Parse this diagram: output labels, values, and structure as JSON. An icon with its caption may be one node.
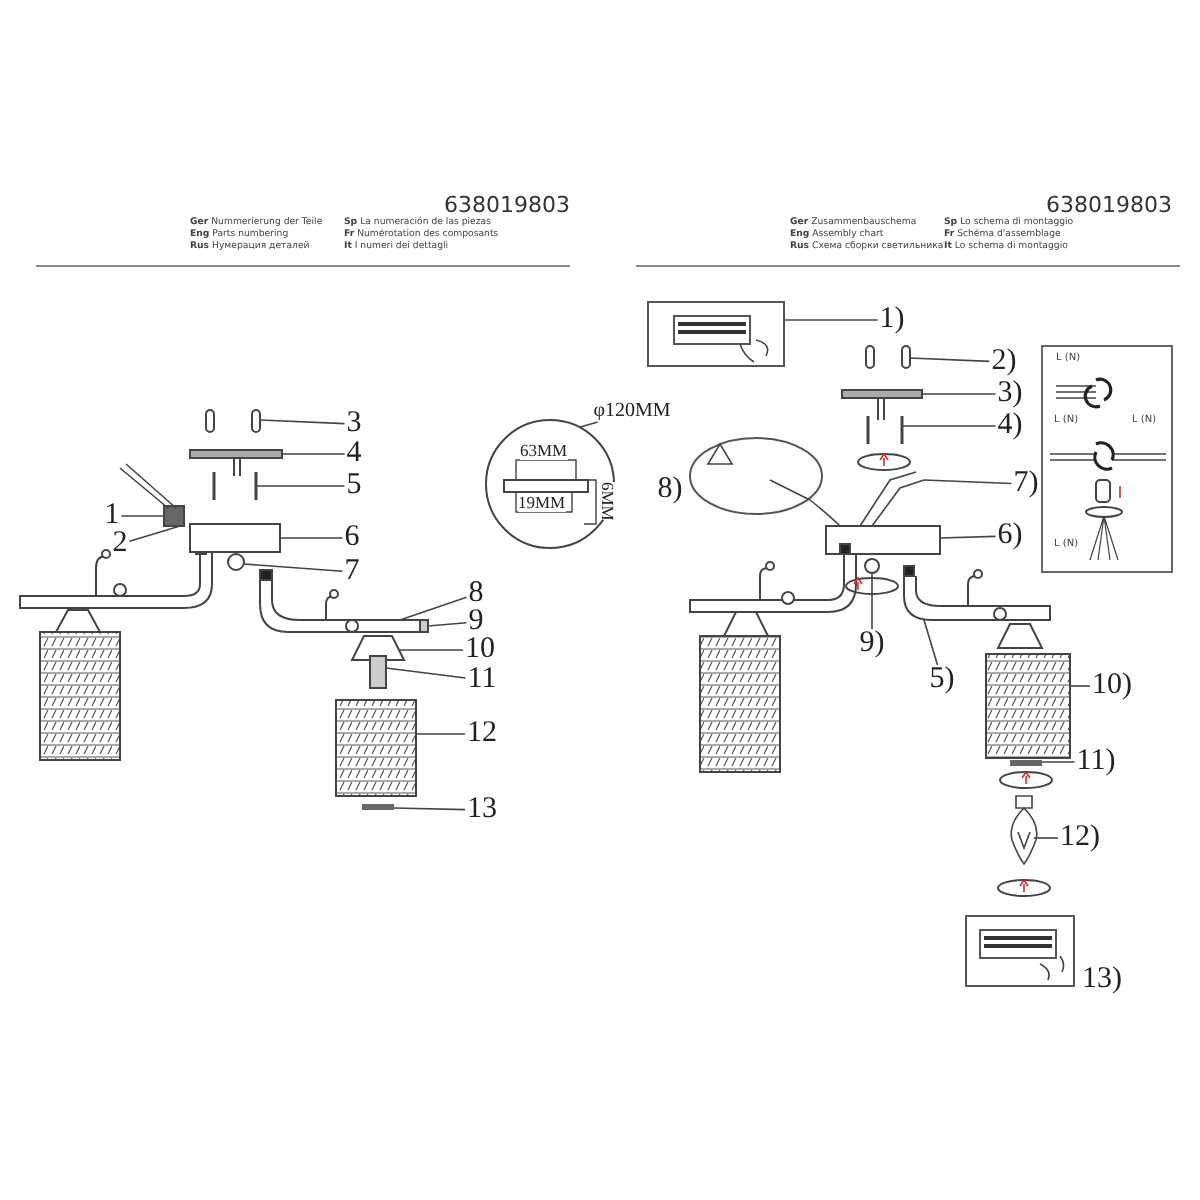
{
  "diagram": {
    "nodes": [
      {
        "text": [
          "1"
        ]
      },
      {
        "text": [
          "2"
        ]
      },
      {
        "text": [
          "3"
        ]
      },
      {
        "text": [
          "4"
        ]
      },
      {
        "text": [
          "5"
        ]
      },
      {
        "text": [
          "6"
        ]
      },
      {
        "text": [
          "7"
        ]
      },
      {
        "text": [
          "8"
        ]
      },
      {
        "text": [
          "9"
        ]
      },
      {
        "text": [
          "10"
        ]
      },
      {
        "text": [
          "11"
        ]
      },
      {
        "text": [
          "12"
        ]
      },
      {
        "text": [
          "13"
        ]
      },
      {
        "text": [
          "φ120MM"
        ]
      },
      {
        "text": [
          "1)"
        ]
      },
      {
        "text": [
          "2)"
        ]
      },
      {
        "text": [
          "3)"
        ]
      },
      {
        "text": [
          "4)"
        ]
      },
      {
        "text": [
          "5)"
        ]
      },
      {
        "text": [
          "6)"
        ]
      },
      {
        "text": [
          "7)"
        ]
      },
      {
        "text": [
          "8)"
        ]
      },
      {
        "text": [
          "9)"
        ]
      },
      {
        "text": [
          "10)"
        ]
      },
      {
        "text": [
          "11)"
        ]
      },
      {
        "text": [
          "12)"
        ]
      },
      {
        "text": [
          "13)"
        ]
      },
      {
        "text": [],
        "shape": "picture"
      },
      {
        "text": [],
        "shape": "picture"
      },
      {
        "text": [],
        "shape": "picture"
      },
      {
        "text": [],
        "shape": "picture"
      },
      {
        "text": [],
        "shape": "picture"
      },
      {
        "text": [],
        "shape": "circle"
      },
      {
        "text": [],
        "shape": "picture"
      },
      {
        "text": [],
        "shape": "box"
      },
      {
        "text": [],
        "shape": "picture"
      },
      {
        "text": [],
        "shape": "box"
      },
      {
        "text": [],
        "shape": "picture"
      },
      {
        "text": [],
        "shape": "bar"
      },
      {
        "text": [],
        "shape": "picture"
      },
      {
        "text": [],
        "shape": "picture"
      },
      {
        "text": [],
        "shape": "picture"
      },
      {
        "text": [],
        "shape": "picture"
      },
      {
        "text": [],
        "shape": "picture"
      },
      {
        "text": [],
        "shape": "picture"
      },
      {
        "text": [],
        "shape": "picture"
      },
      {
        "text": [],
        "shape": "picture"
      },
      {
        "text": [],
        "shape": "circle"
      },
      {
        "text": [],
        "shape": "picture"
      },
      {
        "text": [],
        "shape": "bar"
      },
      {
        "text": [],
        "shape": "picture"
      }
    ],
    "edges": [
      {
        "from": 0,
        "to": 30,
        "arrow": "none"
      },
      {
        "from": 1,
        "to": 30,
        "arrow": "none"
      },
      {
        "from": 2,
        "to": 27,
        "arrow": "none"
      },
      {
        "from": 3,
        "to": 28,
        "arrow": "none"
      },
      {
        "from": 4,
        "to": 29,
        "arrow": "none"
      },
      {
        "from": 5,
        "to": 31,
        "arrow": "none"
      },
      {
        "from": 6,
        "to": 32,
        "arrow": "none"
      },
      {
        "from": 7,
        "to": 33,
        "arrow": "none"
      },
      {
        "from": 8,
        "to": 34,
        "arrow": "none"
      },
      {
        "from": 9,
        "to": 35,
        "arrow": "none"
      },
      {
        "from": 10,
        "to": 36,
        "arrow": "none"
      },
      {
        "from": 11,
        "to": 37,
        "arrow": "none"
      },
      {
        "from": 12,
        "to": 38,
        "arrow": "none"
      },
      {
        "from": 13,
        "to": 39,
        "arrow": "none"
      },
      {
        "from": 14,
        "to": 40,
        "arrow": "none"
      },
      {
        "from": 15,
        "to": 41,
        "arrow": "none"
      },
      {
        "from": 16,
        "to": 42,
        "arrow": "none"
      },
      {
        "from": 17,
        "to": 43,
        "arrow": "none"
      },
      {
        "from": 18,
        "to": 44,
        "arrow": "none"
      },
      {
        "from": 19,
        "to": 45,
        "arrow": "none"
      },
      {
        "from": 20,
        "to": 46,
        "arrow": "none"
      },
      {
        "from": 22,
        "to": 47,
        "arrow": "none"
      },
      {
        "from": 23,
        "to": 48,
        "arrow": "none"
      },
      {
        "from": 24,
        "to": 49,
        "arrow": "none"
      },
      {
        "from": 25,
        "to": 50,
        "arrow": "none"
      }
    ],
    "labels": [
      "638019803",
      "**Ger** Nummerierung der Teile",
      "**Eng** Parts numbering",
      "**Rus** Нумерация деталей",
      "**Sp** La numeración de las piezas",
      "**Fr** Numérotation des composants",
      "**It** I numeri dei dettagli",
      "638019803",
      "**Ger** Zusammenbauschema",
      "**Eng** Assembly chart",
      "**Rus** Схема сборки светильника",
      "**Sp** Lo schema di montaggio",
      "**Fr** Schéma d'assemblage",
      "**It** Lo schema di montaggio",
      "63MM",
      "19MM",
      "6MM",
      "L (N)",
      "L (N)",
      "L (N)",
      "L (N)"
    ]
  }
}
